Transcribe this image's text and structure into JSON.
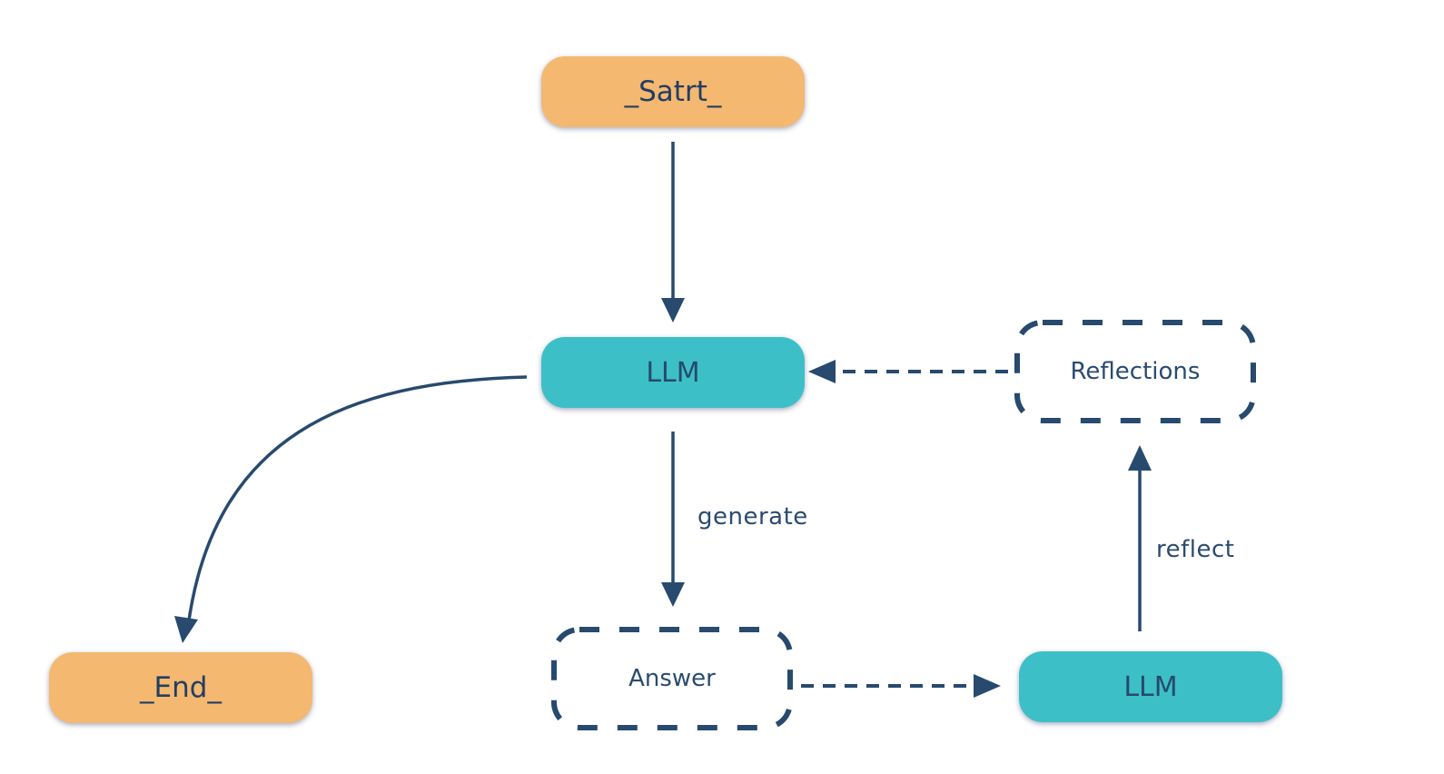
{
  "diagram": {
    "colors": {
      "terminal_fill": "#f4b870",
      "llm_fill": "#3dbfc8",
      "ink": "#274a6e"
    },
    "nodes": {
      "start": {
        "label": "_Satrt_",
        "style": "terminal"
      },
      "llm_main": {
        "label": "LLM",
        "style": "process"
      },
      "reflections": {
        "label": "Reflections",
        "style": "data-dashed"
      },
      "answer": {
        "label": "Answer",
        "style": "data-dashed"
      },
      "llm_reflect": {
        "label": "LLM",
        "style": "process"
      },
      "end": {
        "label": "_End_",
        "style": "terminal"
      }
    },
    "edges": [
      {
        "from": "start",
        "to": "llm_main",
        "label": "",
        "line": "solid"
      },
      {
        "from": "llm_main",
        "to": "answer",
        "label": "generate",
        "line": "solid"
      },
      {
        "from": "answer",
        "to": "llm_reflect",
        "label": "",
        "line": "dashed"
      },
      {
        "from": "llm_reflect",
        "to": "reflections",
        "label": "reflect",
        "line": "solid"
      },
      {
        "from": "reflections",
        "to": "llm_main",
        "label": "",
        "line": "dashed"
      },
      {
        "from": "llm_main",
        "to": "end",
        "label": "",
        "line": "solid-curved"
      }
    ],
    "edge_labels": {
      "generate": "generate",
      "reflect": "reflect"
    }
  }
}
